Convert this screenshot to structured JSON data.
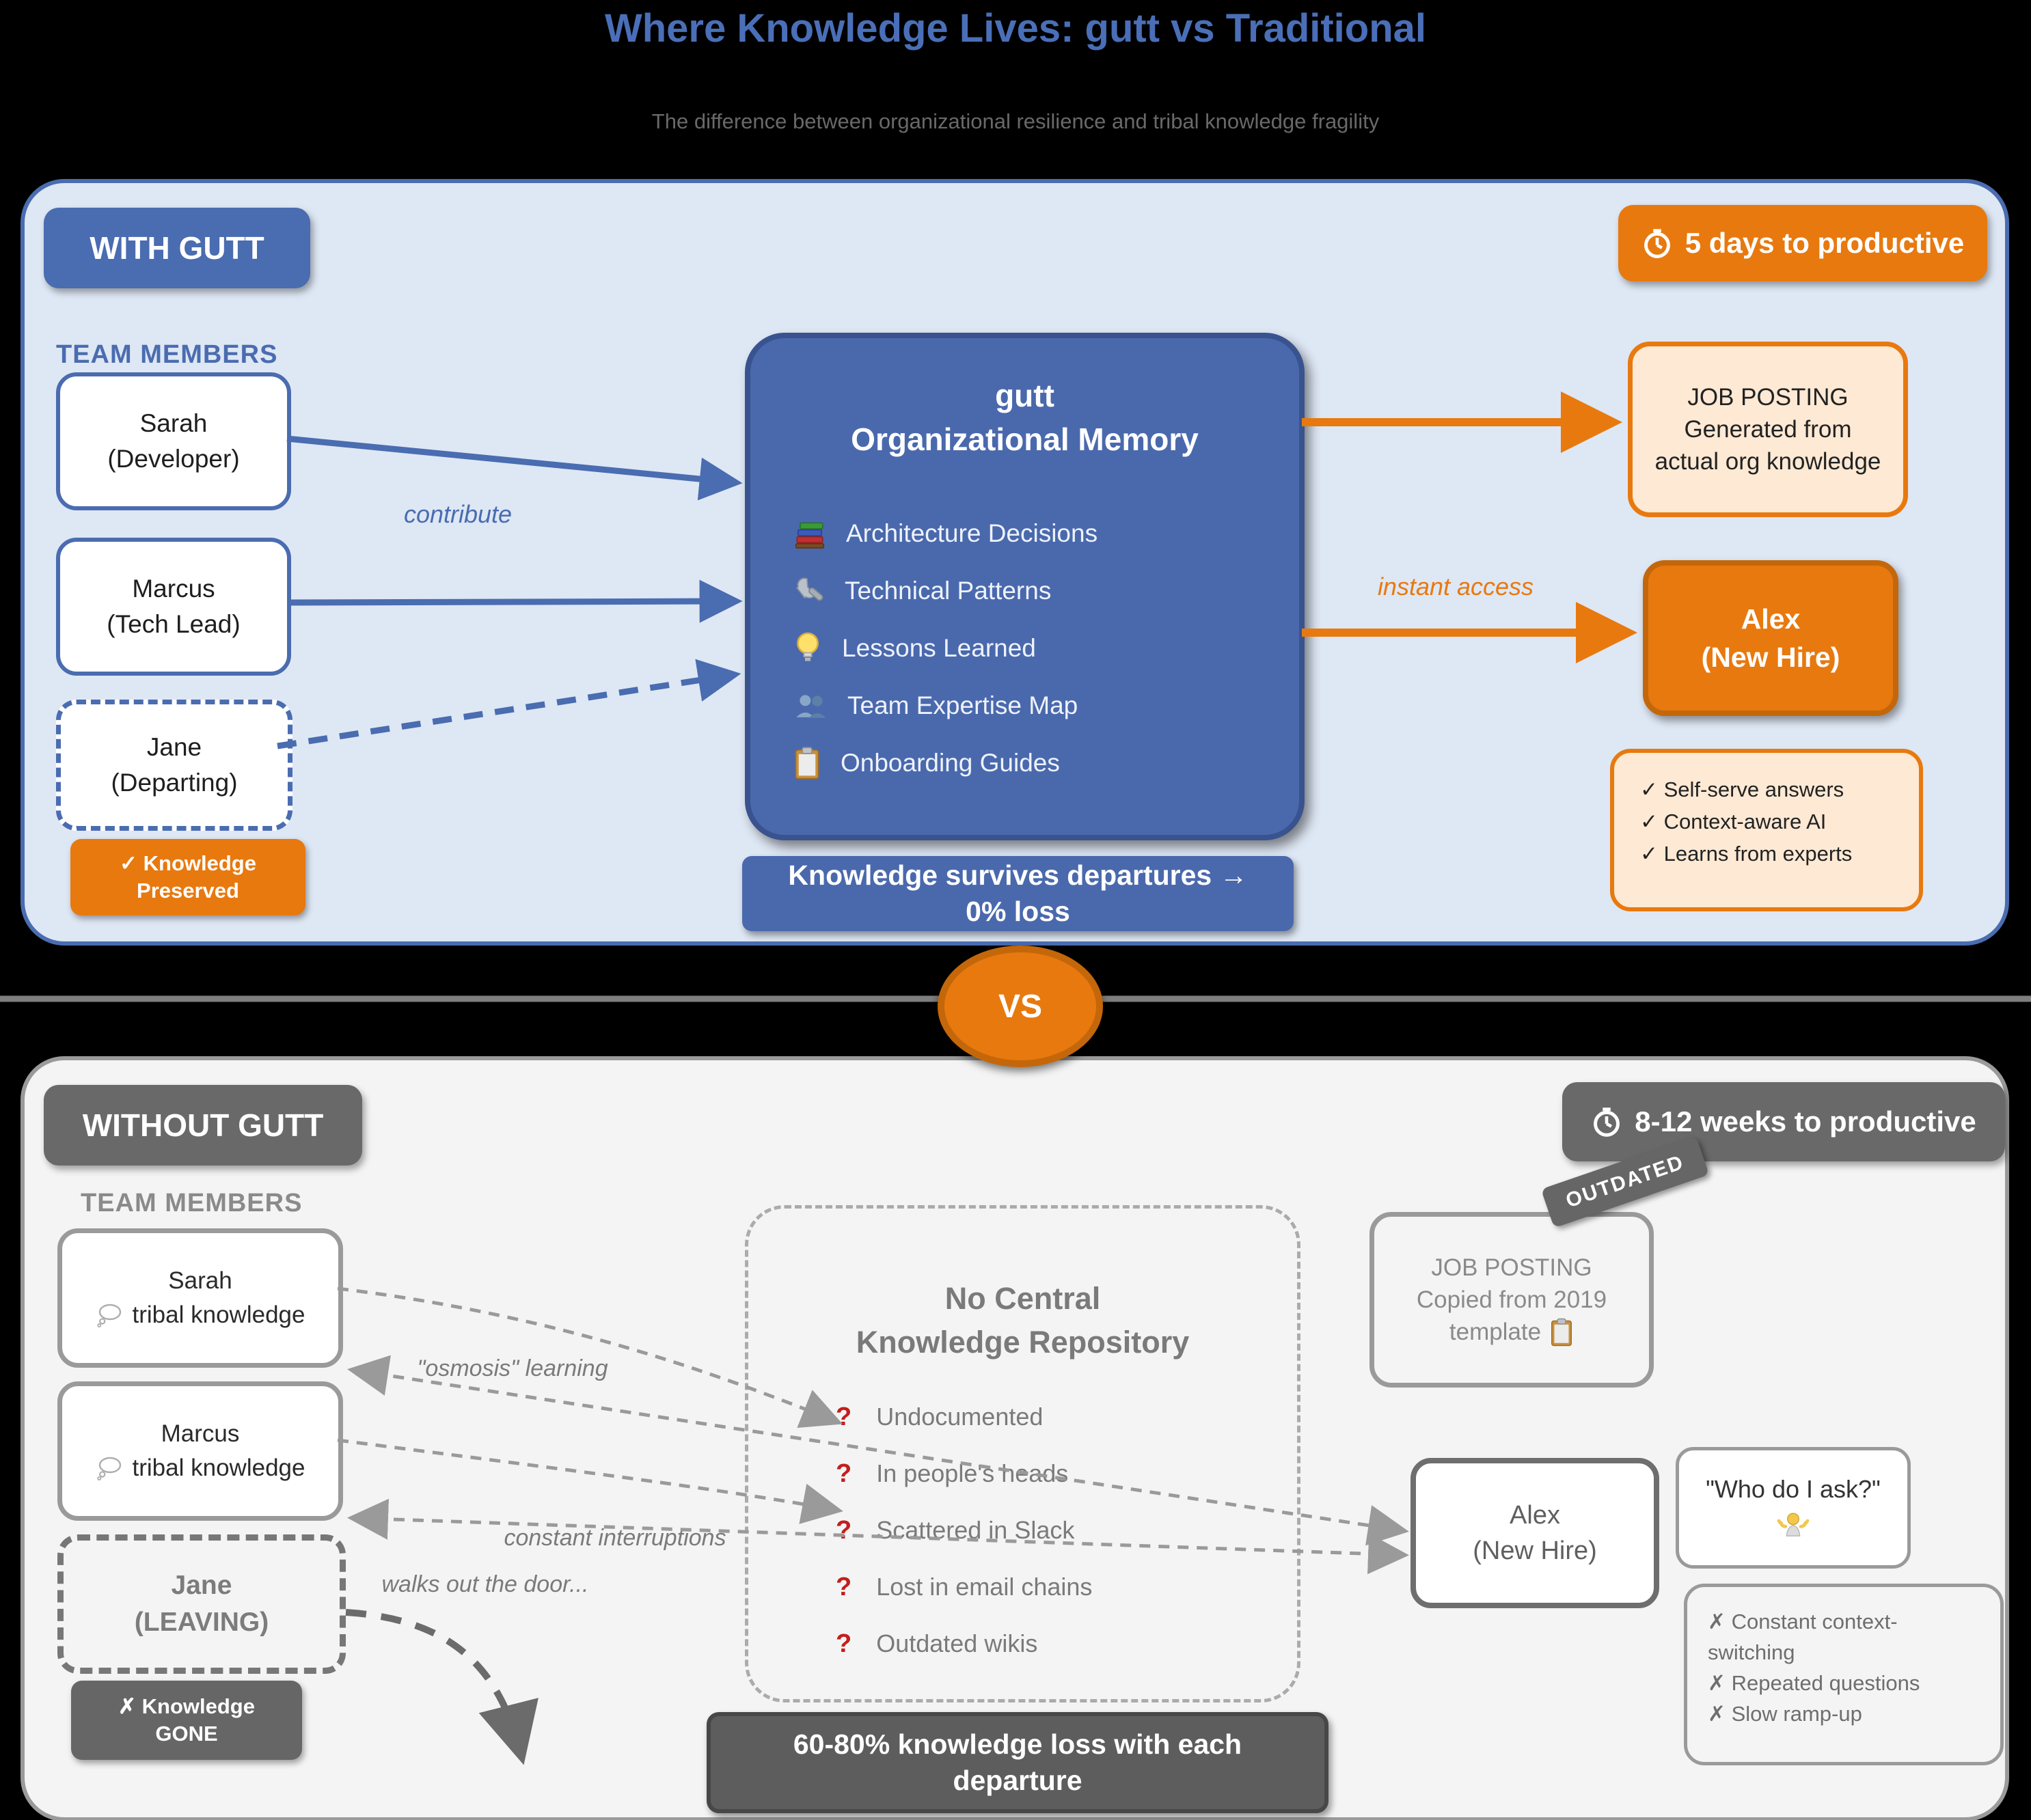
{
  "title": "Where Knowledge Lives: gutt vs Traditional",
  "subtitle": "The difference between organizational resilience and tribal knowledge fragility",
  "vs_label": "VS",
  "colors": {
    "blue": "#4a6cb0",
    "blue_dark": "#39538f",
    "panel_blue_bg": "#dee7f4",
    "orange": "#e8790f",
    "orange_light": "#fde9d4",
    "gray_badge": "#696969",
    "panel_gray_bg": "#f4f4f4",
    "question_red": "#c41e1e"
  },
  "with_gutt": {
    "panel_label": "WITH GUTT",
    "time_badge": "5 days to productive",
    "team_label": "TEAM MEMBERS",
    "members": [
      {
        "name": "Sarah",
        "role": "(Developer)"
      },
      {
        "name": "Marcus",
        "role": "(Tech Lead)"
      },
      {
        "name": "Jane",
        "role": "(Departing)"
      }
    ],
    "preserved_badge": "✓ Knowledge Preserved",
    "contribute_label": "contribute",
    "memory": {
      "line1": "gutt",
      "line2": "Organizational Memory",
      "items": [
        {
          "icon": "books-icon",
          "label": "Architecture Decisions"
        },
        {
          "icon": "wrench-icon",
          "label": "Technical Patterns"
        },
        {
          "icon": "bulb-icon",
          "label": "Lessons Learned"
        },
        {
          "icon": "team-icon",
          "label": "Team Expertise Map"
        },
        {
          "icon": "clipboard-icon",
          "label": "Onboarding Guides"
        }
      ]
    },
    "survives_line1": "Knowledge survives departures →",
    "survives_line2": "0% loss",
    "instant_label": "instant access",
    "job_posting": {
      "line1": "JOB POSTING",
      "line2": "Generated from",
      "line3": "actual org knowledge"
    },
    "alex": {
      "name": "Alex",
      "role": "(New Hire)"
    },
    "benefits": [
      "✓ Self-serve answers",
      "✓ Context-aware AI",
      "✓ Learns from experts"
    ]
  },
  "without_gutt": {
    "panel_label": "WITHOUT GUTT",
    "time_badge": "8-12 weeks to productive",
    "team_label": "TEAM MEMBERS",
    "members": [
      {
        "name": "Sarah",
        "role": "tribal knowledge",
        "icon": "thought-balloon-icon"
      },
      {
        "name": "Marcus",
        "role": "tribal knowledge",
        "icon": "thought-balloon-icon"
      },
      {
        "name": "Jane",
        "role": "(LEAVING)"
      }
    ],
    "gone_badge": "✗ Knowledge GONE",
    "osmosis_label": "\"osmosis\" learning",
    "interruptions_label": "constant interruptions",
    "walks_label": "walks out the door...",
    "repo": {
      "line1": "No Central",
      "line2": "Knowledge Repository",
      "mark": "?",
      "items": [
        "Undocumented",
        "In people's heads",
        "Scattered in Slack",
        "Lost in email chains",
        "Outdated wikis"
      ]
    },
    "outdated_tag": "OUTDATED",
    "job_posting": {
      "line1": "JOB POSTING",
      "line2": "Copied from 2019",
      "line3": "template"
    },
    "alex": {
      "name": "Alex",
      "role": "(New Hire)"
    },
    "who_label": "\"Who do I ask?\"",
    "problems": [
      "✗ Constant context-switching",
      "✗ Repeated questions",
      "✗ Slow ramp-up"
    ],
    "loss_banner": "60-80% knowledge loss with each departure"
  }
}
